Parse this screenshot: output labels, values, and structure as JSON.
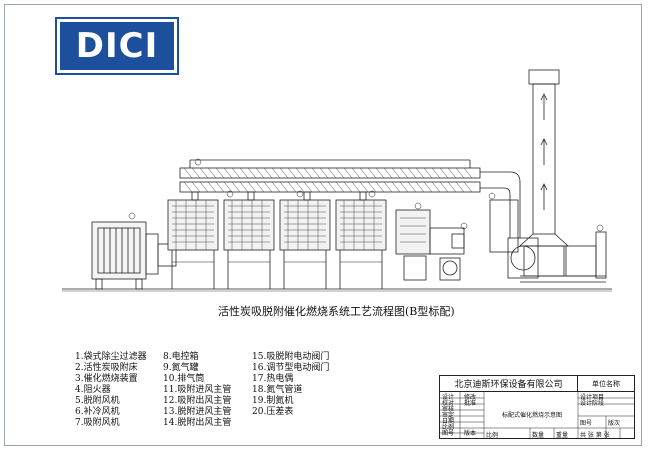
{
  "logo": {
    "text": "DICI",
    "color": "#1c4f9c"
  },
  "diagram": {
    "title": "活性炭吸脱附催化燃烧系统工艺流程图(B型标配)"
  },
  "legend": {
    "col1": [
      "1.袋式除尘过滤器",
      "2.活性炭吸附床",
      "3.催化燃烧装置",
      "4.阻火器",
      "5.脱附风机",
      "6.补冷风机",
      "7.吸附风机"
    ],
    "col2": [
      "8.电控箱",
      "9.氮气罐",
      "10.排气筒",
      "11.吸附进风主管",
      "12.吸附出风主管",
      "13.脱附进风主管",
      "14.脱附出风主管"
    ],
    "col3": [
      "15.吸脱附电动阀门",
      "16.调节型电动阀门",
      "17.热电偶",
      "18.氮气管道",
      "19.制氮机",
      "20.压差表"
    ]
  },
  "title_block": {
    "company": "北京迪斯环保设备有限公司",
    "unit_name": "单位名称",
    "design_project": "设计项目",
    "design_stage": "设计阶段",
    "drawing_name": "标配式催化燃烧示意图",
    "left_labels": [
      "设计",
      "校对",
      "审核",
      "审定",
      "日期",
      "比例",
      "图号",
      "版本",
      "修改",
      "批准"
    ],
    "scale_label": "比例",
    "quantity_label": "数量",
    "weight_label": "重量",
    "sheet_label": "共 张 第 张",
    "model_label": "图号",
    "rev_label": "版次"
  }
}
